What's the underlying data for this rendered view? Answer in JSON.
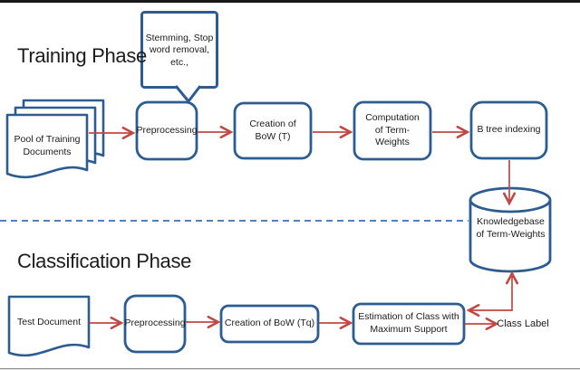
{
  "colors": {
    "shape_border": "#2d5c92",
    "arrow": "#c14843",
    "dashed_divider": "#4f81bd",
    "text": "#1b1b1b",
    "top_rule": "#181818"
  },
  "training": {
    "heading": "Training Phase",
    "callout": "Stemming, Stop\nword removal,\netc.,",
    "pool": "Pool of Training\nDocuments",
    "preprocessing": "Preprocessing",
    "creation_bow": "Creation of\nBoW (T)",
    "computation": "Computation\nof Term-\nWeights",
    "btree": "B tree indexing"
  },
  "knowledgebase": "Knowledgebase\nof Term-Weights",
  "classification": {
    "heading": "Classification Phase",
    "test_document": "Test Document",
    "preprocessing": "Preprocessing",
    "creation_bow": "Creation of BoW (Tq)",
    "estimation": "Estimation of Class with\nMaximum Support",
    "class_label": "Class Label"
  }
}
